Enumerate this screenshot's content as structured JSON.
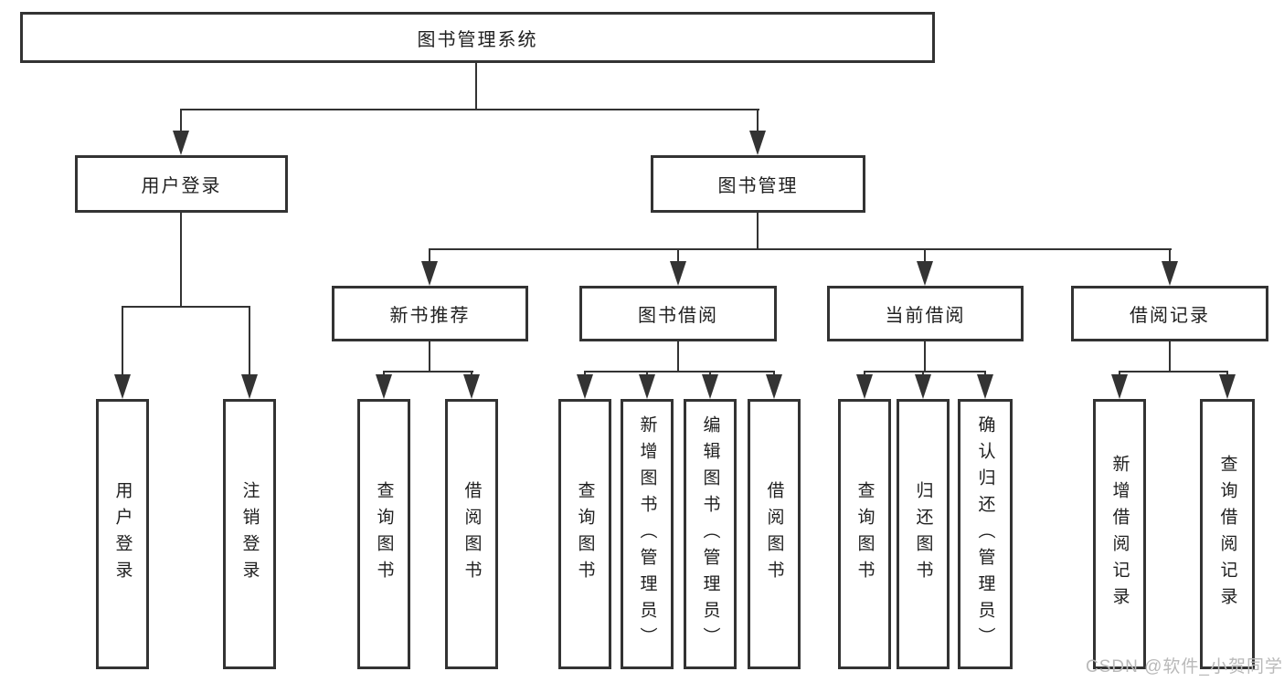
{
  "diagram": {
    "title": "图书管理系统",
    "branches": {
      "user_login": "用户登录",
      "book_mgmt": "图书管理"
    },
    "modules": {
      "new_books": "新书推荐",
      "book_borrow": "图书借阅",
      "current_borrow": "当前借阅",
      "borrow_records": "借阅记录"
    },
    "leaves": {
      "user_login": [
        "用户登录",
        "注销登录"
      ],
      "new_books": [
        "查询图书",
        "借阅图书"
      ],
      "book_borrow": [
        "查询图书",
        "新增图书（管理员）",
        "编辑图书（管理员）",
        "借阅图书"
      ],
      "current_borrow": [
        "查询图书",
        "归还图书",
        "确认归还（管理员）"
      ],
      "borrow_records": [
        "新增借阅记录",
        "查询借阅记录"
      ]
    },
    "colors": {
      "line": "#333333",
      "text": "#1f1f1f",
      "box_background": "#ffffff",
      "watermark": "#b9b9b9"
    },
    "watermark": "CSDN @软件_小贺同学"
  }
}
